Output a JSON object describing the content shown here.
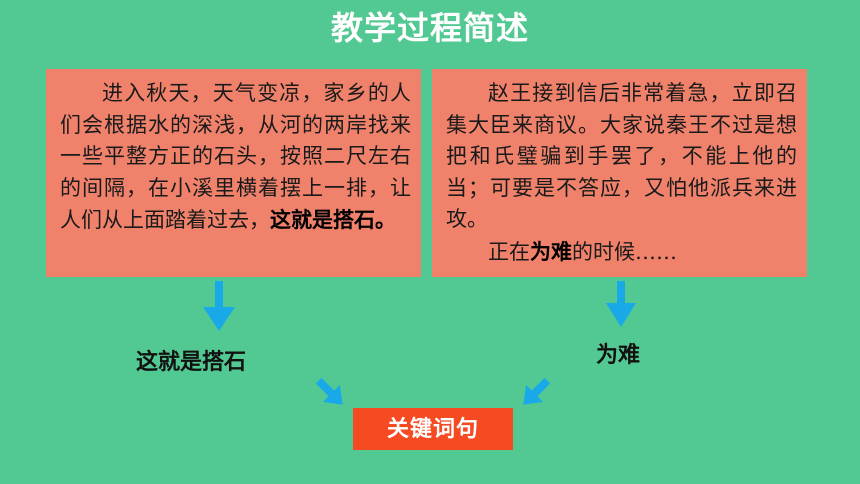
{
  "title": "教学过程简述",
  "left_box": {
    "text_plain": "进入秋天，天气变凉，家乡的人们会根据水的深浅，从河的两岸找来一些平整方正的石头，按照二尺左右的间隔，在小溪里横着摆上一排，让人们从上面踏着过去，",
    "text_bold": "这就是搭石。"
  },
  "right_box": {
    "para1": "赵王接到信后非常着急，立即召集大臣来商议。大家说秦王不过是想把和氏璧骗到手罢了，不能上他的当；可要是不答应，又怕他派兵来进攻。",
    "para2_before": "正在",
    "para2_bold": "为难",
    "para2_after": "的时候……"
  },
  "labels": {
    "left": "这就是搭石",
    "right": "为难"
  },
  "key_label": "关键词句",
  "colors": {
    "background": "#52c993",
    "box": "#f0826c",
    "key_box": "#f54a22",
    "arrow": "#1aa9e8"
  }
}
